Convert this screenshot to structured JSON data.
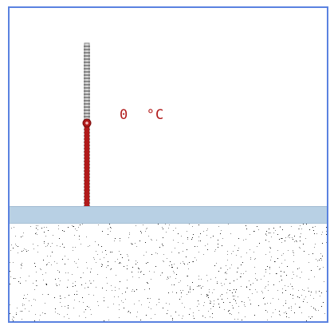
{
  "simulation": {
    "temperature": {
      "value": "0",
      "unit": "°C",
      "thermometer_fill_fraction": 0.42
    },
    "colors": {
      "frame_border": "#5a82e0",
      "mercury": "#b11a1a",
      "water": "#b8d0e4",
      "tube": "#9a9a9a"
    }
  }
}
